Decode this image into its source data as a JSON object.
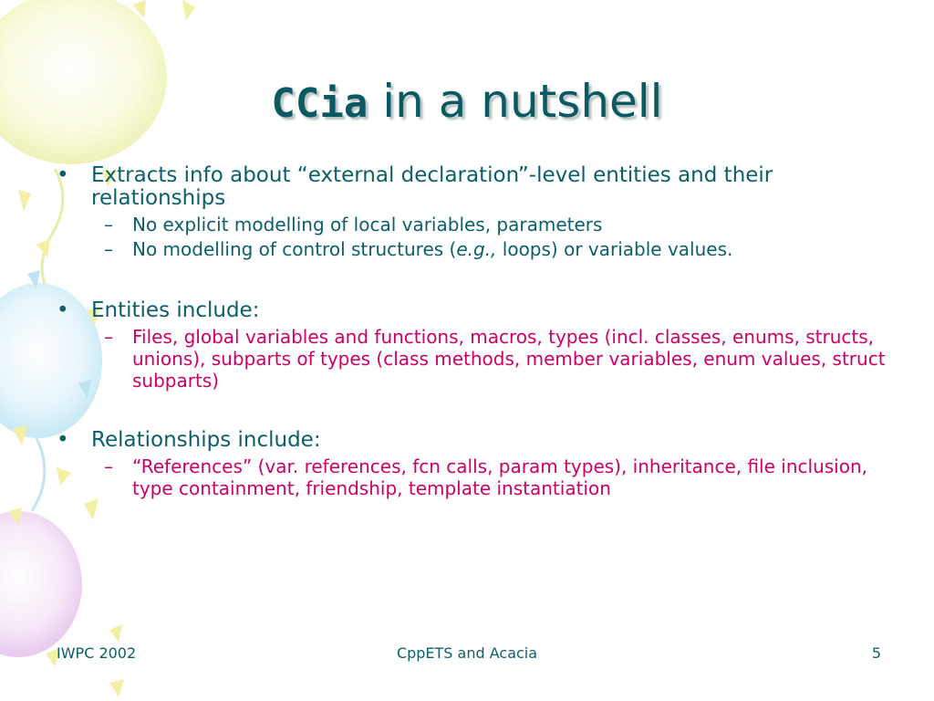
{
  "slide": {
    "title_code": "CCia",
    "title_rest": " in a nutshell",
    "bullets": [
      {
        "text": "Extracts info about “external declaration”-level entities and their relationships",
        "subs": [
          {
            "text": "No explicit modelling of local variables, parameters"
          },
          {
            "pre": "No modelling of control structures (",
            "em": "e.g.,",
            "post": " loops) or variable values."
          }
        ]
      },
      {
        "text": "Entities include:",
        "subs": [
          {
            "text": "Files, global variables and functions, macros, types (incl. classes, enums, structs, unions), subparts of types (class methods, member variables, enum values, struct subparts)"
          }
        ]
      },
      {
        "text": "Relationships include:",
        "subs": [
          {
            "text": "“References” (var. references, fcn calls, param types), inheritance, file inclusion, type containment, friendship, template instantiation"
          }
        ]
      }
    ],
    "bullet_symbol": "•",
    "dash_symbol": "–"
  },
  "footer": {
    "left": "IWPC 2002",
    "center": "CppETS and Acacia",
    "right": "5"
  },
  "colors": {
    "title": "#0b5a62",
    "body": "#0b5f6b",
    "accent": "#cc0066"
  }
}
